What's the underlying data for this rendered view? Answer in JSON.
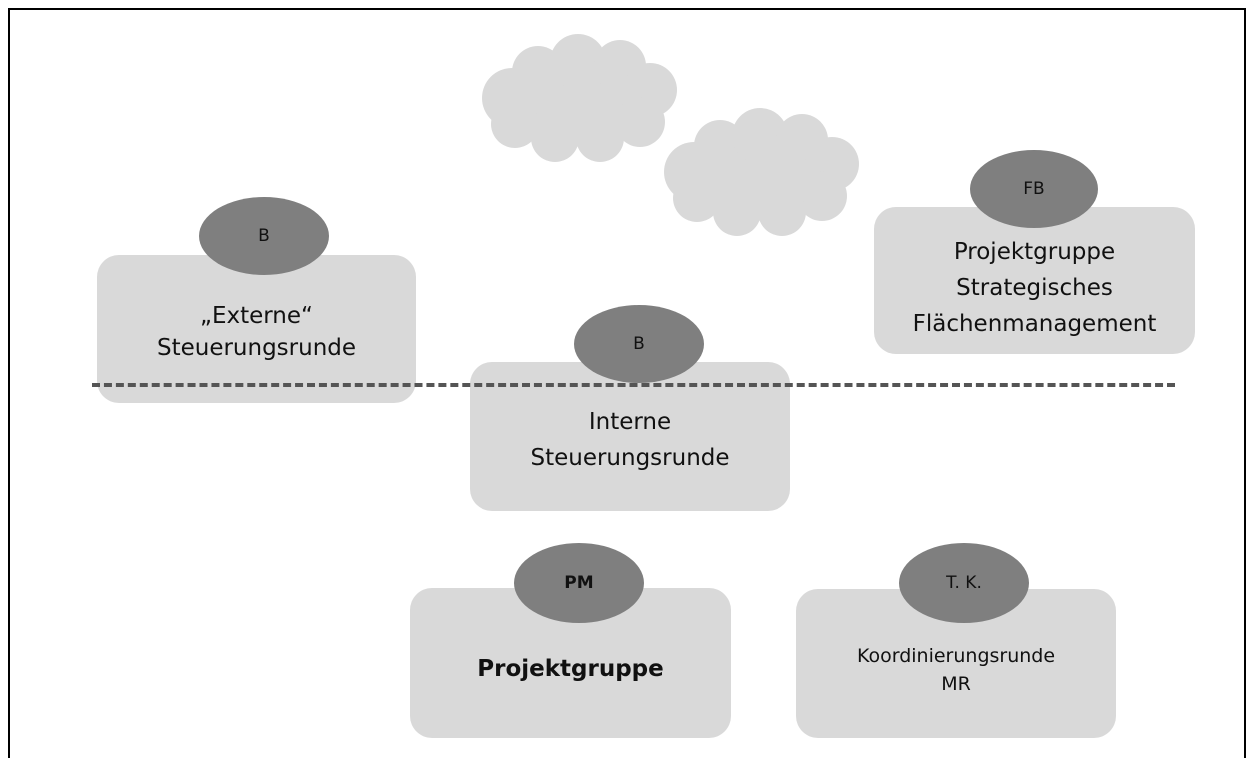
{
  "externe": {
    "badge": "B",
    "line1": "„Externe“",
    "line2": "Steuerungsrunde"
  },
  "interne": {
    "badge": "B",
    "line1": "Interne",
    "line2": "Steuerungsrunde"
  },
  "strategisch": {
    "badge": "FB",
    "line1": "Projektgruppe",
    "line2": "Strategisches",
    "line3": "Flächenmanagement"
  },
  "projektgruppe": {
    "badge": "PM",
    "line1": "Projektgruppe"
  },
  "koordinierung": {
    "badge": "T. K.",
    "line1": "Koordinierungsrunde",
    "line2": "MR"
  },
  "colors": {
    "box": "#d9d9d9",
    "oval": "#7f7f7f",
    "cloud": "#d9d9d9",
    "dash": "#555555"
  }
}
